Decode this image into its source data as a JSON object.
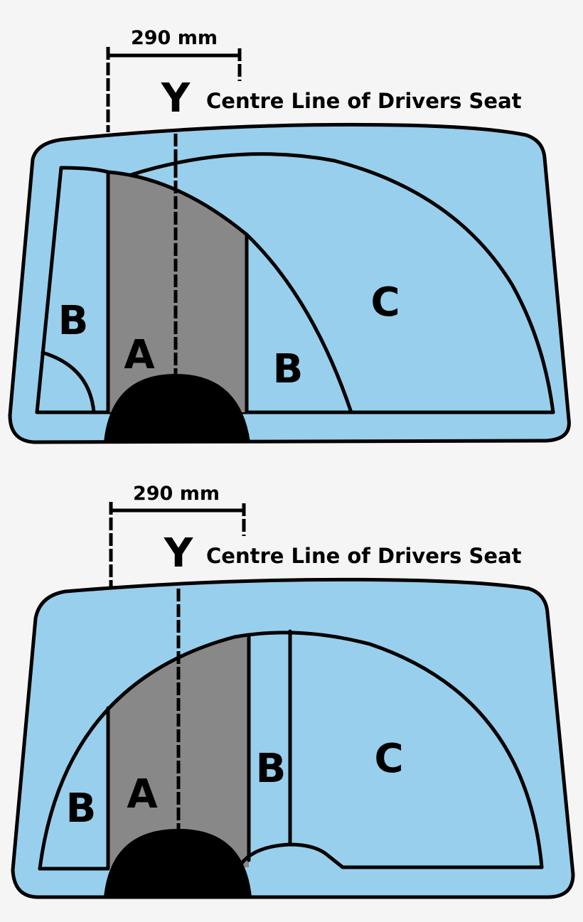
{
  "colors": {
    "background": "#f5f5f5",
    "glass": "#98cfec",
    "zone_a": "#888888",
    "outline": "#000000",
    "wiper_boss": "#000000"
  },
  "diagrams": [
    {
      "id": "top",
      "dimension_label": "290 mm",
      "centre_marker": "Y",
      "centre_caption": "Centre Line of Drivers Seat",
      "zones": [
        {
          "label": "B",
          "position": "left strip"
        },
        {
          "label": "A",
          "position": "shaded central band"
        },
        {
          "label": "B",
          "position": "right of zone A"
        },
        {
          "label": "C",
          "position": "outer sweep arc"
        }
      ]
    },
    {
      "id": "bottom",
      "dimension_label": "290 mm",
      "centre_marker": "Y",
      "centre_caption": "Centre Line of Drivers Seat",
      "zones": [
        {
          "label": "B",
          "position": "left arc segment"
        },
        {
          "label": "A",
          "position": "shaded central band"
        },
        {
          "label": "B",
          "position": "narrow vertical strip"
        },
        {
          "label": "C",
          "position": "right sweep arc"
        }
      ]
    }
  ]
}
